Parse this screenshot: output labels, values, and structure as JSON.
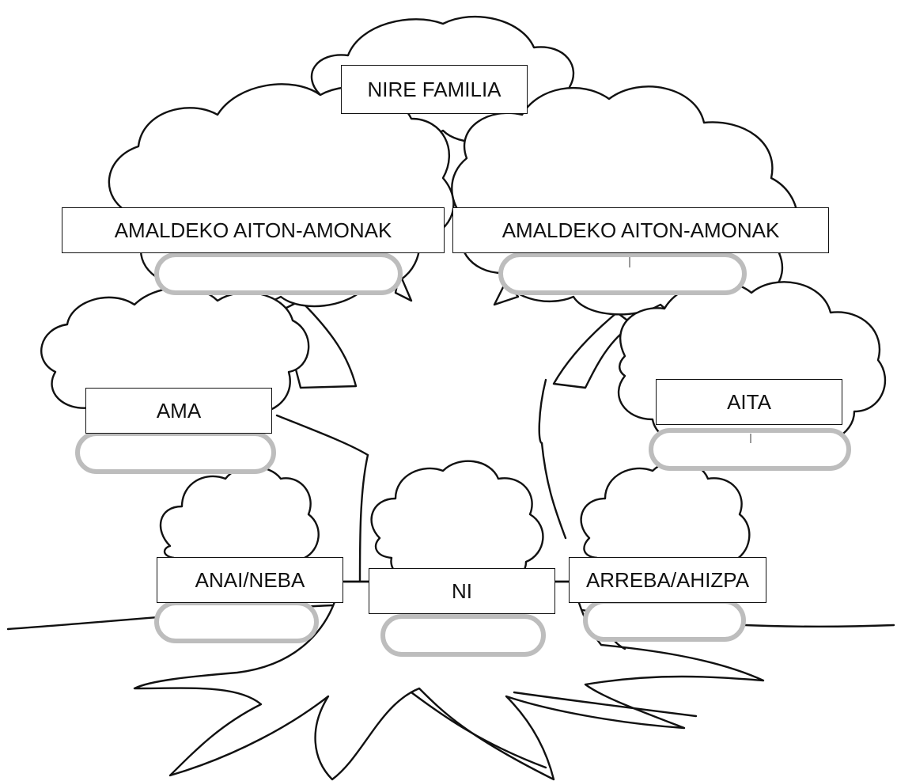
{
  "title": "NIRE FAMILIA",
  "labels": {
    "grandparents_left": "AMALDEKO AITON-AMONAK",
    "grandparents_right": "AMALDEKO AITON-AMONAK",
    "mother": "AMA",
    "father": "AITA",
    "brother": "ANAI/NEBA",
    "me": "NI",
    "sister": "ARREBA/AHIZPA"
  },
  "colors": {
    "outline": "#111111",
    "name_slot": "#bdbdbd",
    "background": "#ffffff"
  }
}
